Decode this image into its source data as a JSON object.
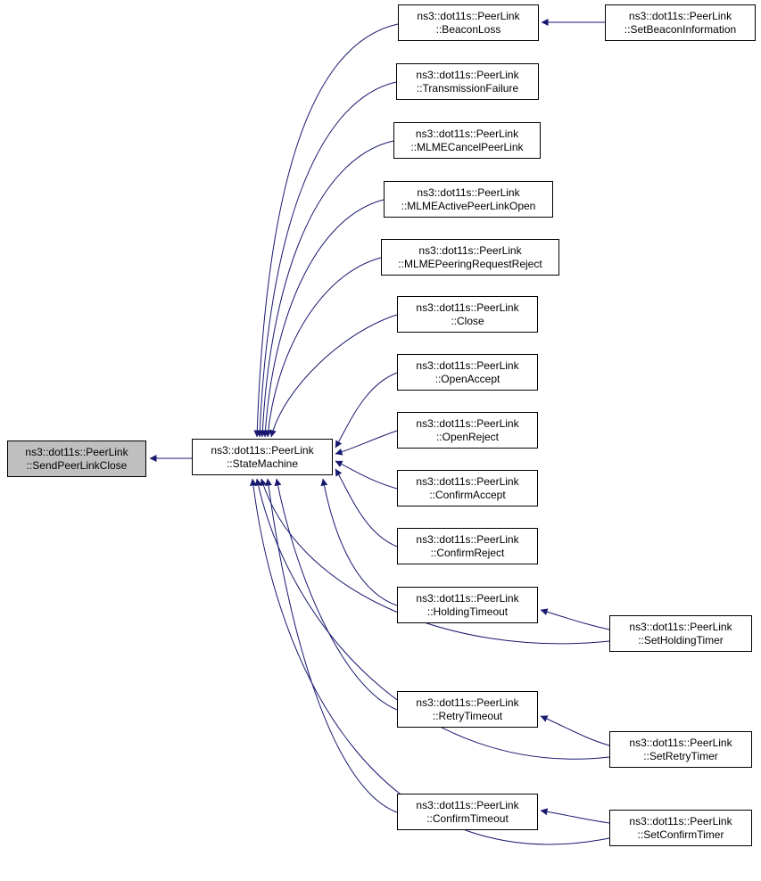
{
  "colors": {
    "edge": "#191970",
    "node_border": "#000000",
    "node_fill": "#ffffff",
    "highlight_fill": "#bfbfbf"
  },
  "nodes": {
    "send_peer_link_close": {
      "line1": "ns3::dot11s::PeerLink",
      "line2": "::SendPeerLinkClose"
    },
    "state_machine": {
      "line1": "ns3::dot11s::PeerLink",
      "line2": "::StateMachine"
    },
    "beacon_loss": {
      "line1": "ns3::dot11s::PeerLink",
      "line2": "::BeaconLoss"
    },
    "set_beacon_information": {
      "line1": "ns3::dot11s::PeerLink",
      "line2": "::SetBeaconInformation"
    },
    "transmission_failure": {
      "line1": "ns3::dot11s::PeerLink",
      "line2": "::TransmissionFailure"
    },
    "mlme_cancel_peer_link": {
      "line1": "ns3::dot11s::PeerLink",
      "line2": "::MLMECancelPeerLink"
    },
    "mlme_active_peer_link_open": {
      "line1": "ns3::dot11s::PeerLink",
      "line2": "::MLMEActivePeerLinkOpen"
    },
    "mlme_peering_request_reject": {
      "line1": "ns3::dot11s::PeerLink",
      "line2": "::MLMEPeeringRequestReject"
    },
    "close": {
      "line1": "ns3::dot11s::PeerLink",
      "line2": "::Close"
    },
    "open_accept": {
      "line1": "ns3::dot11s::PeerLink",
      "line2": "::OpenAccept"
    },
    "open_reject": {
      "line1": "ns3::dot11s::PeerLink",
      "line2": "::OpenReject"
    },
    "confirm_accept": {
      "line1": "ns3::dot11s::PeerLink",
      "line2": "::ConfirmAccept"
    },
    "confirm_reject": {
      "line1": "ns3::dot11s::PeerLink",
      "line2": "::ConfirmReject"
    },
    "holding_timeout": {
      "line1": "ns3::dot11s::PeerLink",
      "line2": "::HoldingTimeout"
    },
    "set_holding_timer": {
      "line1": "ns3::dot11s::PeerLink",
      "line2": "::SetHoldingTimer"
    },
    "retry_timeout": {
      "line1": "ns3::dot11s::PeerLink",
      "line2": "::RetryTimeout"
    },
    "set_retry_timer": {
      "line1": "ns3::dot11s::PeerLink",
      "line2": "::SetRetryTimer"
    },
    "confirm_timeout": {
      "line1": "ns3::dot11s::PeerLink",
      "line2": "::ConfirmTimeout"
    },
    "set_confirm_timer": {
      "line1": "ns3::dot11s::PeerLink",
      "line2": "::SetConfirmTimer"
    }
  }
}
